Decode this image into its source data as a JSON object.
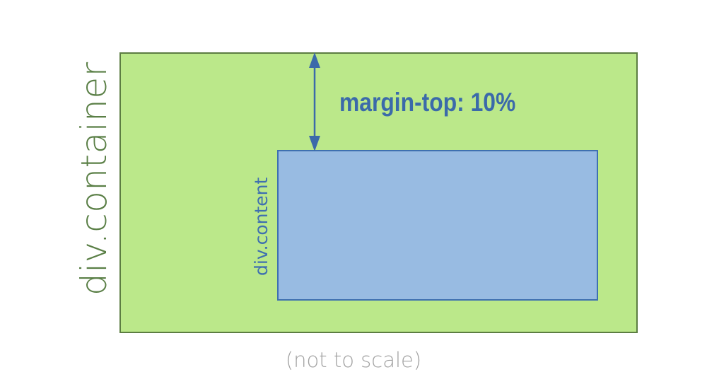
{
  "diagram": {
    "container_label": "div.container",
    "content_label": "div.content",
    "margin_label": "margin-top: 10%",
    "scale_note": "(not to scale)"
  },
  "colors": {
    "container_fill": "#bbe88a",
    "container_border": "#5c7d42",
    "container_text": "#5a7f46",
    "content_fill": "#98bbe2",
    "content_border": "#3f70b0",
    "accent_blue": "#3b6aaa",
    "note_gray": "#a2a2a2"
  }
}
